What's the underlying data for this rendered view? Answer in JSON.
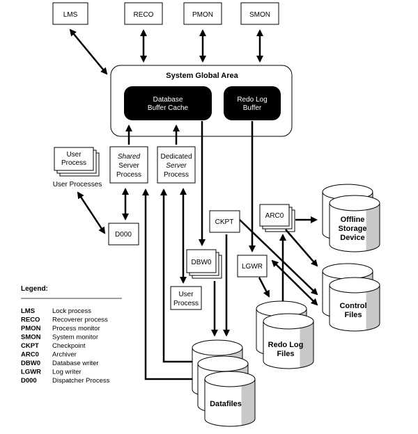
{
  "processes": {
    "lms": "LMS",
    "reco": "RECO",
    "pmon": "PMON",
    "smon": "SMON",
    "ckpt": "CKPT",
    "arc0": "ARC0",
    "dbw0": "DBW0",
    "lgwr": "LGWR",
    "d000": "D000"
  },
  "sga": {
    "title": "System Global Area",
    "buffer_cache": [
      "Database",
      "Buffer Cache"
    ],
    "redo_buffer": [
      "Redo Log",
      "Buffer"
    ]
  },
  "user_processes": {
    "box": [
      "User",
      "Process"
    ],
    "caption": "User Processes",
    "single": [
      "User",
      "Process"
    ]
  },
  "servers": {
    "shared": [
      "Shared",
      "Server",
      "Process"
    ],
    "dedicated": [
      "Dedicated",
      "Server",
      "Process"
    ]
  },
  "storage": {
    "offline": [
      "Offline",
      "Storage",
      "Device"
    ],
    "control": [
      "Control",
      "Files"
    ],
    "redo_files": [
      "Redo Log",
      "Files"
    ],
    "datafiles": "Datafiles"
  },
  "legend": {
    "title": "Legend:",
    "items": [
      {
        "key": "LMS",
        "desc": "Lock process"
      },
      {
        "key": "RECO",
        "desc": "Recoverer process"
      },
      {
        "key": "PMON",
        "desc": "Process monitor"
      },
      {
        "key": "SMON",
        "desc": "System monitor"
      },
      {
        "key": "CKPT",
        "desc": "Checkpoint"
      },
      {
        "key": "ARC0",
        "desc": "Archiver"
      },
      {
        "key": "DBW0",
        "desc": "Database writer"
      },
      {
        "key": "LGWR",
        "desc": "Log writer"
      },
      {
        "key": "D000",
        "desc": "Dispatcher Process"
      }
    ]
  }
}
